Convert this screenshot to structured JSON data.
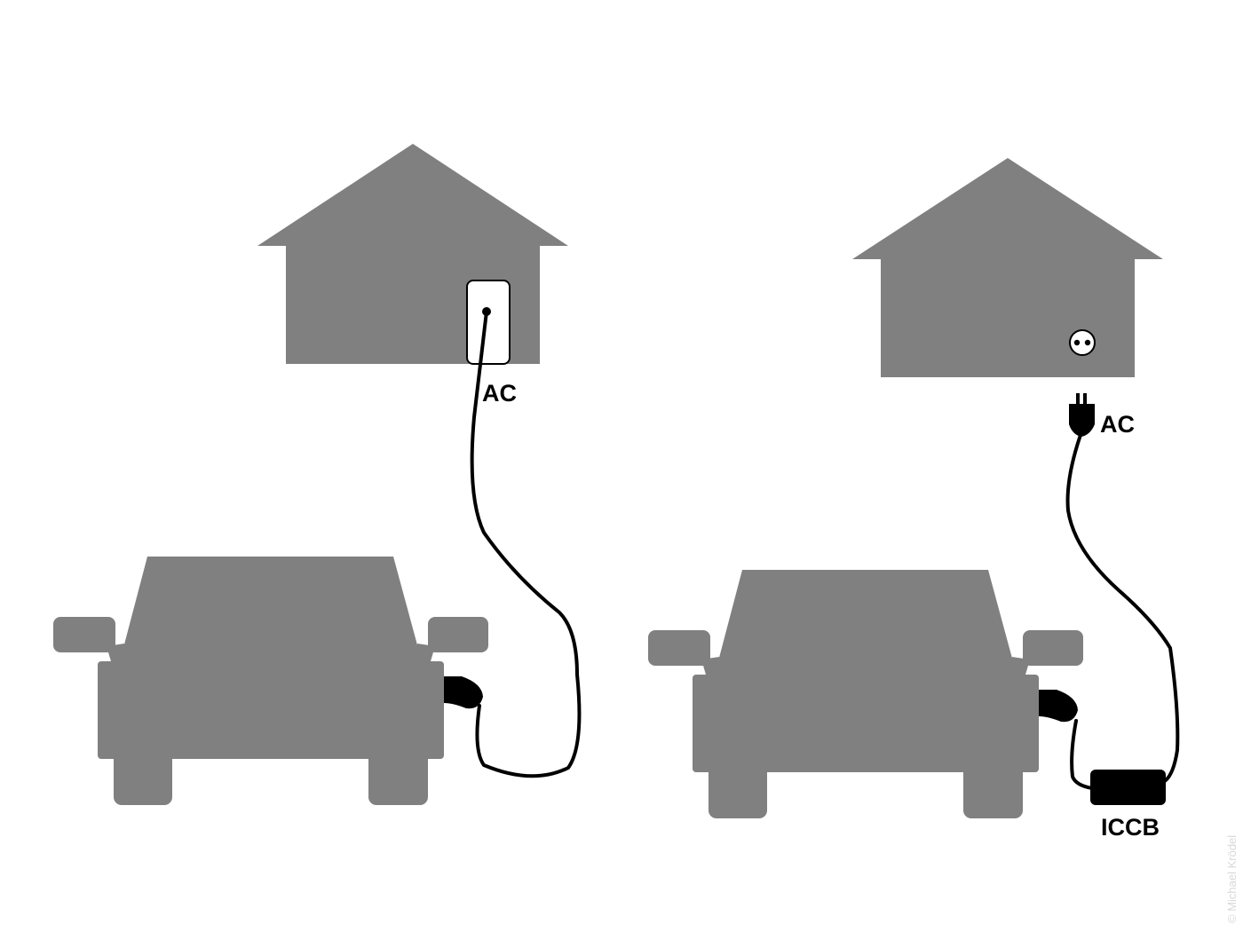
{
  "colors": {
    "shape": "#808080",
    "cable": "#000000",
    "background": "#ffffff"
  },
  "left_scene": {
    "outlet_label": "AC",
    "icons": [
      "house-icon",
      "wallbox-icon",
      "car-icon",
      "charging-connector-icon"
    ]
  },
  "right_scene": {
    "plug_label": "AC",
    "device_label": "ICCB",
    "icons": [
      "house-icon",
      "household-socket-icon",
      "plug-icon",
      "car-icon",
      "charging-connector-icon",
      "iccb-box-icon"
    ]
  },
  "watermark": "© Michael Krödel"
}
